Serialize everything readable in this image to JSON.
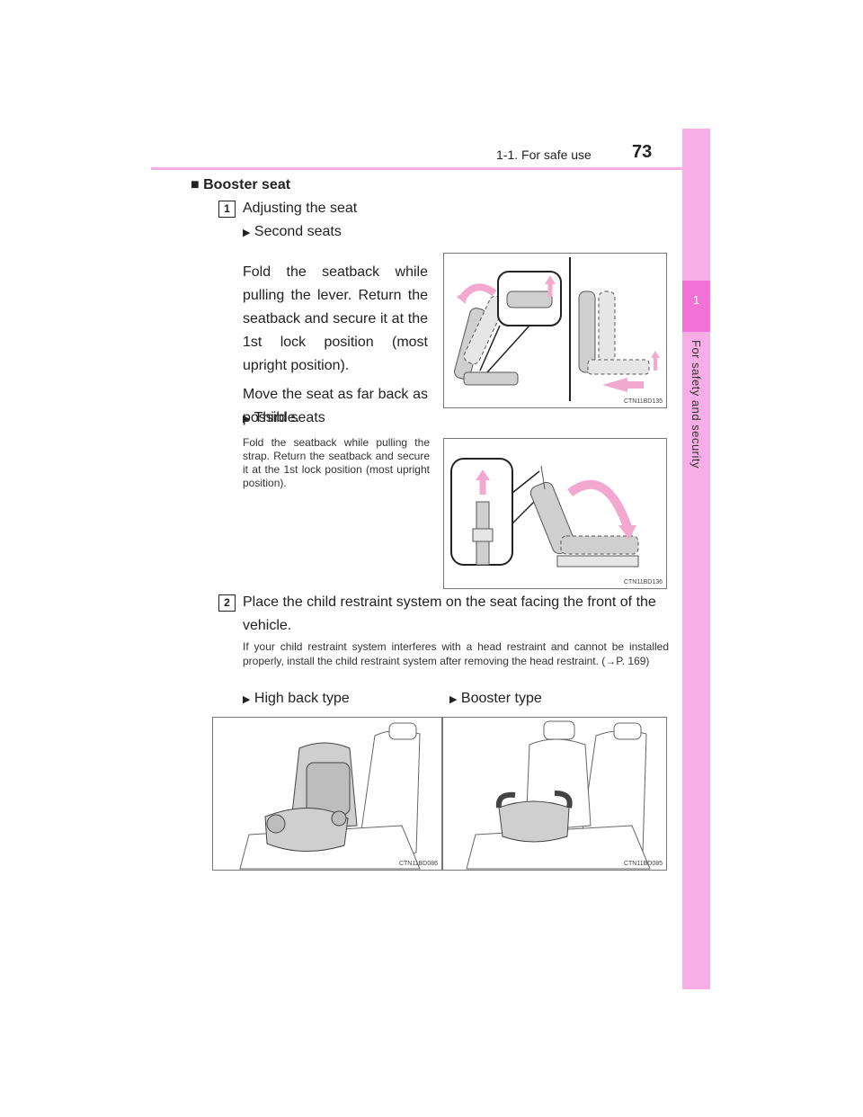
{
  "header": {
    "section": "1-1. For safe use",
    "page_number": "73"
  },
  "side_tab": {
    "chapter_number": "1",
    "chapter_title": "For safety and security"
  },
  "heading": {
    "marker": "■",
    "title": "Booster seat"
  },
  "step1": {
    "number": "1",
    "title": "Adjusting the seat",
    "second_seats": {
      "label": "Second seats",
      "text": "Fold the seatback while pulling the lever. Return the seatback and secure it at the 1st lock position (most upright position).",
      "text2": "Move the seat as far back as possible.",
      "figure_code": "CTN11BD135"
    },
    "third_seats": {
      "label": "Third seats",
      "text": "Fold the seatback while pulling the strap. Return the seatback and secure it at the 1st lock position (most upright position).",
      "figure_code": "CTN11BD136"
    }
  },
  "step2": {
    "number": "2",
    "text": "Place the child restraint system on the seat facing the front of the vehicle.",
    "note": "If your child restraint system interferes with a head restraint and cannot be installed properly, install the child restraint system after removing the head restraint. (→P. 169)",
    "types": [
      {
        "label": "High back type",
        "figure_code": "CTN11BD086"
      },
      {
        "label": "Booster type",
        "figure_code": "CTN11BD085"
      }
    ]
  },
  "colors": {
    "accent": "#f7aee6",
    "accent_dark": "#f272d8",
    "arrow_fill": "#f3a9cf",
    "seat_fill": "#cfcfcf"
  },
  "icons": {
    "bullet": "triangle-right-icon"
  }
}
